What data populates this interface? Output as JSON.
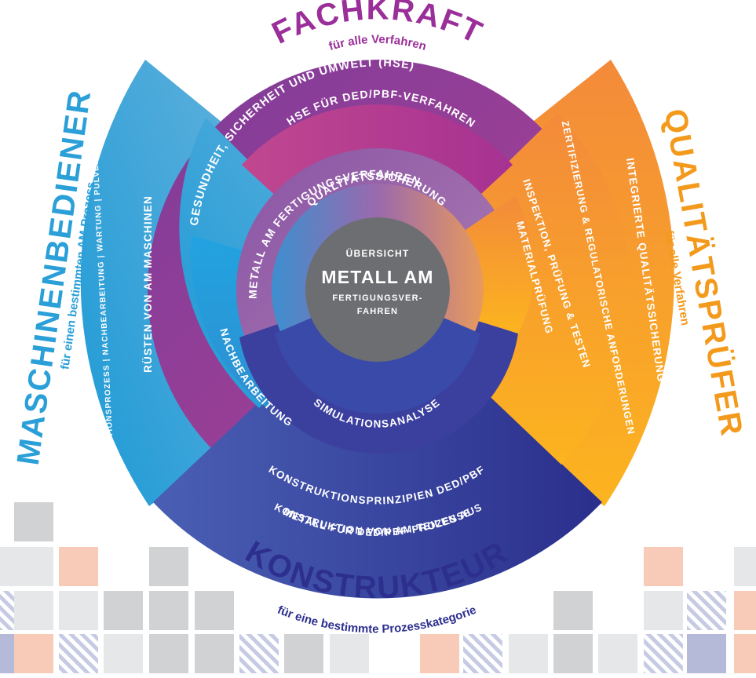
{
  "roles": {
    "top": {
      "title": "FACHKRAFT",
      "subtitle": "für alle Verfahren",
      "color": "#9b2f9a"
    },
    "left": {
      "title": "MASCHINENBEDIENER",
      "subtitle": "für einen bestimmten AM-Prozess",
      "color": "#2a9fd8"
    },
    "right": {
      "title": "QUALITÄTSPRÜFER",
      "subtitle": "für alle Verfahren",
      "color": "#f39a1c"
    },
    "bottom": {
      "title": "KONSTRUKTEUR",
      "subtitle": "für eine bestimmte Prozesskategorie",
      "color": "#2d2f8f"
    }
  },
  "center": {
    "line1": "ÜBERSICHT",
    "line2": "METALL AM",
    "line3": "FERTIGUNGSVER-",
    "line4": "FAHREN"
  },
  "ring_labels": {
    "hse": "GESUNDHEIT, SICHERHEIT UND UMWELT (HSE)",
    "hse_ded": "HSE FÜR DED/PBF-VERFAHREN",
    "metall": "METALL AM FERTIGUNGSVERFAHREN",
    "qualitaet": "QUALITÄTSSICHERUNG",
    "simulation": "SIMULATIONSANALYSE",
    "nachbearbeitung": "NACHBEARBEITUNG",
    "konstruktionsprinzipien": "KONSTRUKTIONSPRINZIPIEN DED/PBF",
    "konstruktion_line1": "KONSTRUKTION VON AM-TEILEN AUS",
    "konstruktion_line2": "METALL FÜR DED/PBF-PROZESSE",
    "ruesten": "RÜSTEN VON AM MASCHINEN",
    "produktion": "PRODUKTIONSPROZESS | NACHBEARBEITUNG | WARTUNG | PULVERHANDHABUNG",
    "integrierte": "INTEGRIERTE QUALITÄTSSICHERUNG",
    "zertifizierung": "ZERTIFIZIERUNG & REGULATORISCHE ANFORDERUNGEN",
    "inspektion": "INSPEKTION, PRÜFUNG & TESTEN",
    "materialpruefung": "MATERIALPRÜFUNG"
  },
  "colors": {
    "purple": "#9b2f9a",
    "blue": "#2a9fd8",
    "orange": "#f39a1c",
    "navy": "#2d2f8f",
    "center": "#6d6e71",
    "peach": "#f8cbb8",
    "lightgrey": "#e6e7e8",
    "midgrey": "#d1d2d4",
    "lavender": "#b4bad8"
  }
}
